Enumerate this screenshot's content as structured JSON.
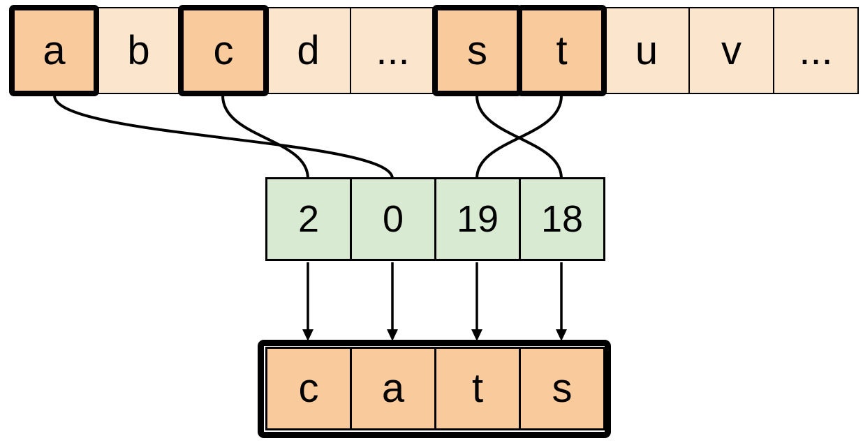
{
  "colors": {
    "cell_light": "#FCE5CD",
    "cell_highlight": "#F9CB9C",
    "cell_index": "#D9EAD3",
    "stroke": "#000000",
    "background": "#FFFFFF"
  },
  "alphabet_row": {
    "cells": [
      {
        "label": "a",
        "highlighted": true
      },
      {
        "label": "b",
        "highlighted": false
      },
      {
        "label": "c",
        "highlighted": true
      },
      {
        "label": "d",
        "highlighted": false
      },
      {
        "label": "...",
        "highlighted": false
      },
      {
        "label": "s",
        "highlighted": true
      },
      {
        "label": "t",
        "highlighted": true
      },
      {
        "label": "u",
        "highlighted": false
      },
      {
        "label": "v",
        "highlighted": false
      },
      {
        "label": "...",
        "highlighted": false
      }
    ]
  },
  "index_row": {
    "cells": [
      {
        "label": "2"
      },
      {
        "label": "0"
      },
      {
        "label": "19"
      },
      {
        "label": "18"
      }
    ]
  },
  "word_row": {
    "cells": [
      {
        "label": "c"
      },
      {
        "label": "a"
      },
      {
        "label": "t"
      },
      {
        "label": "s"
      }
    ]
  },
  "connections": [
    {
      "from": "c",
      "to": "2"
    },
    {
      "from": "a",
      "to": "0"
    },
    {
      "from": "t",
      "to": "19"
    },
    {
      "from": "s",
      "to": "18"
    }
  ]
}
